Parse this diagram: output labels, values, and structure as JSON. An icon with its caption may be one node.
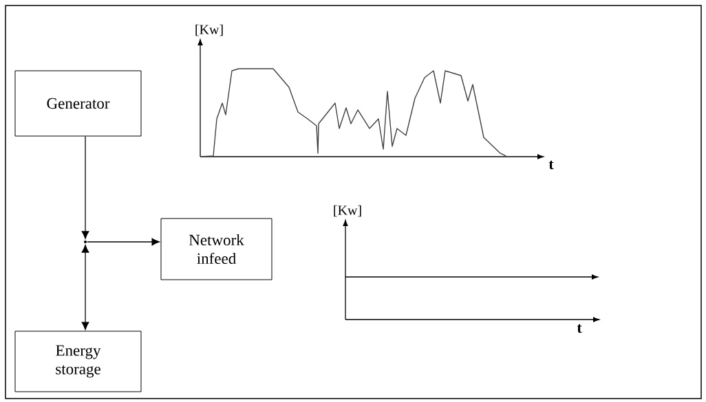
{
  "diagram": {
    "nodes": [
      {
        "text": [
          "Generator"
        ]
      },
      {
        "text": [
          "Network infeed"
        ]
      },
      {
        "text": [
          "Energy storage"
        ]
      },
      {
        "text": [],
        "shape": "circle"
      }
    ],
    "edges": [
      {
        "from": 0,
        "to": 3,
        "arrow": "to"
      },
      {
        "from": 3,
        "to": 1,
        "arrow": "to"
      },
      {
        "from": 3,
        "to": 2,
        "arrow": "both"
      }
    ],
    "labels": [
      "[Kw]",
      "t",
      "[Kw]",
      "t"
    ]
  }
}
